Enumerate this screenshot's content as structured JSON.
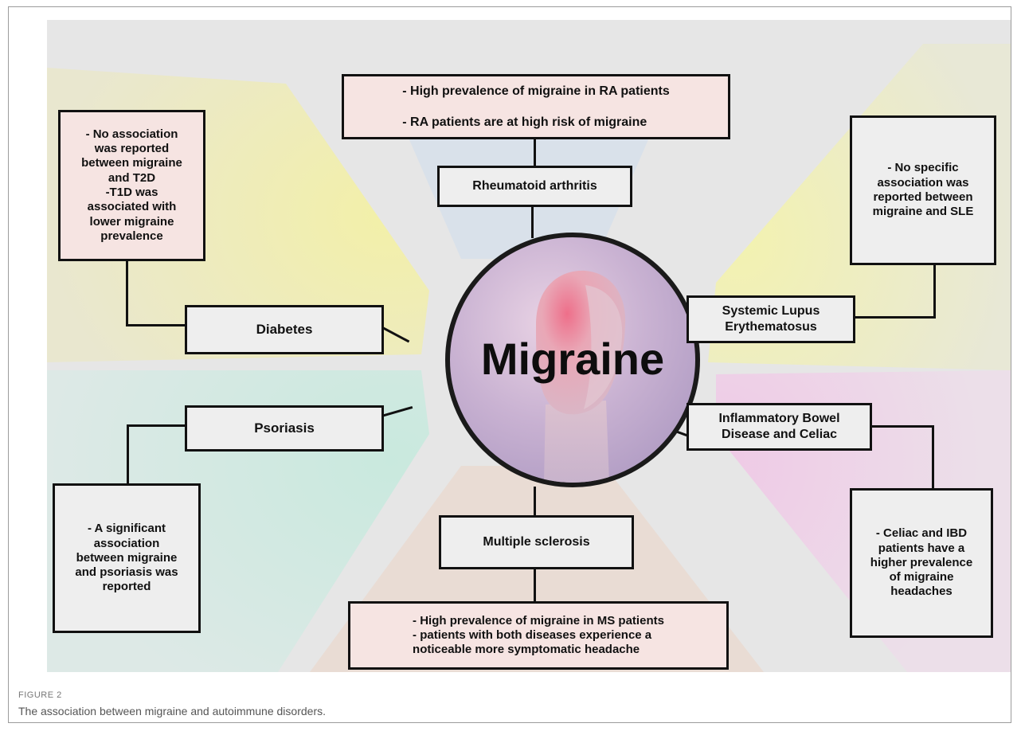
{
  "hub": {
    "label": "Migraine"
  },
  "nodes": {
    "ra": "Rheumatoid arthritis",
    "sle": "Systemic Lupus\nErythematosus",
    "diabetes": "Diabetes",
    "psoriasis": "Psoriasis",
    "ibd": "Inflammatory Bowel\nDisease and Celiac",
    "ms": "Multiple sclerosis"
  },
  "findings": {
    "ra": "- High prevalence of migraine in RA patients\n\n- RA patients are at high risk of migraine",
    "sle": "- No specific\nassociation was\nreported between\nmigraine and SLE",
    "diabetes": "- No association\nwas reported\nbetween migraine\nand T2D\n-T1D was\nassociated with\nlower migraine\nprevalence",
    "psoriasis": "- A significant\nassociation\nbetween migraine\nand psoriasis was\nreported",
    "ibd": "- Celiac and IBD\npatients have a\nhigher prevalence\nof migraine\nheadaches",
    "ms": "- High prevalence of migraine in MS patients\n- patients with both diseases experience a\nnoticeable more symptomatic headache"
  },
  "caption": {
    "label": "FIGURE 2",
    "text": "The association between migraine and autoimmune disorders."
  },
  "colors": {
    "background": "#e6e6e6",
    "wedge_yellow": "#f1efb4",
    "wedge_blue": "#cfdcea",
    "wedge_pink": "#eed3e8",
    "wedge_green": "#cfe6df",
    "wedge_peach": "#ecdcd3",
    "box_border": "#111111",
    "box_fill": "#eeeeee",
    "finding_fill": "#f6e4e2"
  }
}
